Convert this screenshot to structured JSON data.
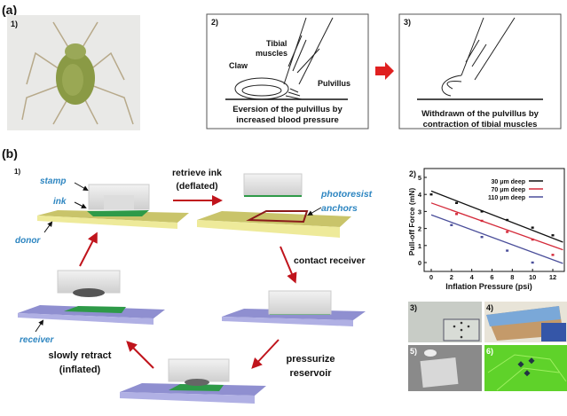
{
  "panel_a": {
    "label": "(a)",
    "sub1": "1)",
    "sub2": "2)",
    "sub3": "3)",
    "tibial_muscles": [
      "Tibial",
      "muscles"
    ],
    "claw": "Claw",
    "pulvillus": "Pulvillus",
    "caption2": [
      "Eversion of the pulvillus by",
      "increased blood pressure"
    ],
    "caption3": [
      "Withdrawn of the pulvillus by",
      "contraction of tibial muscles"
    ],
    "arrow_color": "#e02020"
  },
  "panel_b": {
    "label": "(b)",
    "sub1": "1)",
    "stamp": "stamp",
    "ink": "ink",
    "donor": "donor",
    "receiver": "receiver",
    "photoresist": [
      "photoresist",
      "anchors"
    ],
    "retrieve": [
      "retrieve ink",
      "(deflated)"
    ],
    "contact": "contact receiver",
    "pressurize": [
      "pressurize",
      "reservoir"
    ],
    "retract": [
      "slowly retract",
      "(inflated)"
    ],
    "sub3": "3)",
    "sub4": "4)",
    "sub5": "5)",
    "sub6": "6)",
    "colors": {
      "donor": "#d8d47a",
      "receiver": "#8f8fd0",
      "ink": "#2e9a48",
      "arrow": "#c0141c",
      "label": "#2e86c1"
    }
  },
  "chart_data": {
    "type": "scatter",
    "panel_label": "2)",
    "xlabel": "Inflation Pressure (psi)",
    "ylabel": "Pull-off Force (mN)",
    "xlim": [
      0,
      13
    ],
    "ylim": [
      -0.5,
      5.5
    ],
    "xticks": [
      "0",
      "2",
      "4",
      "6",
      "8",
      "10",
      "12"
    ],
    "yticks": [
      "0",
      "1",
      "2",
      "3",
      "4",
      "5"
    ],
    "legend_position": "top-right",
    "series": [
      {
        "name": "30 μm deep",
        "color": "#111111",
        "points": [
          [
            0,
            4.0
          ],
          [
            2.5,
            3.5
          ],
          [
            5,
            3.0
          ],
          [
            7.5,
            2.5
          ],
          [
            10,
            2.05
          ],
          [
            12,
            1.6
          ]
        ],
        "fit": [
          [
            0,
            4.2
          ],
          [
            13,
            1.2
          ]
        ]
      },
      {
        "name": "70 μm deep",
        "color": "#d42a3a",
        "points": [
          [
            2.5,
            2.85
          ],
          [
            5,
            2.45
          ],
          [
            7.5,
            1.8
          ],
          [
            10,
            1.35
          ],
          [
            12,
            0.45
          ]
        ],
        "fit": [
          [
            0,
            3.5
          ],
          [
            13,
            0.75
          ]
        ]
      },
      {
        "name": "110 μm deep",
        "color": "#4a4e9a",
        "points": [
          [
            2,
            2.2
          ],
          [
            5,
            1.5
          ],
          [
            7.5,
            0.7
          ],
          [
            10,
            0.0
          ]
        ],
        "fit": [
          [
            0,
            2.8
          ],
          [
            13,
            -0.05
          ]
        ]
      }
    ]
  }
}
